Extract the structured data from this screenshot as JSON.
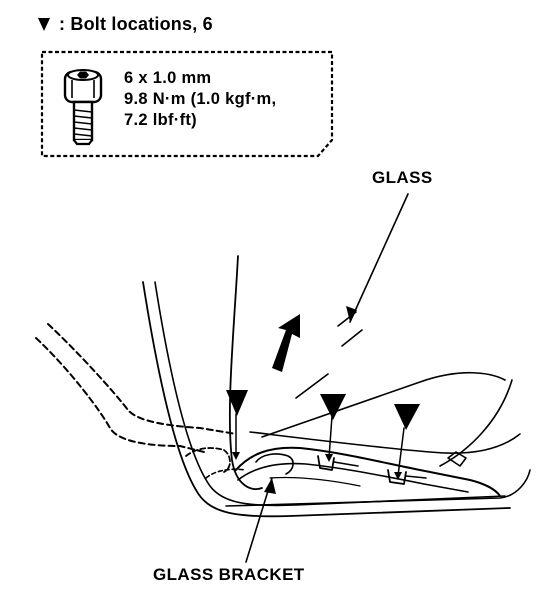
{
  "legend": {
    "marker_icon": "bolt-location-triangle-icon",
    "text": ": Bolt locations, 6"
  },
  "bolt_spec": {
    "icon": "hex-socket-bolt-icon",
    "size": "6 x 1.0 mm",
    "torque_line1": "9.8 N·m (1.0 kgf·m,",
    "torque_line2": "7.2 lbf·ft)"
  },
  "callouts": {
    "glass": "GLASS",
    "glass_bracket": "GLASS BRACKET"
  },
  "colors": {
    "ink": "#000000",
    "paper": "#ffffff"
  }
}
